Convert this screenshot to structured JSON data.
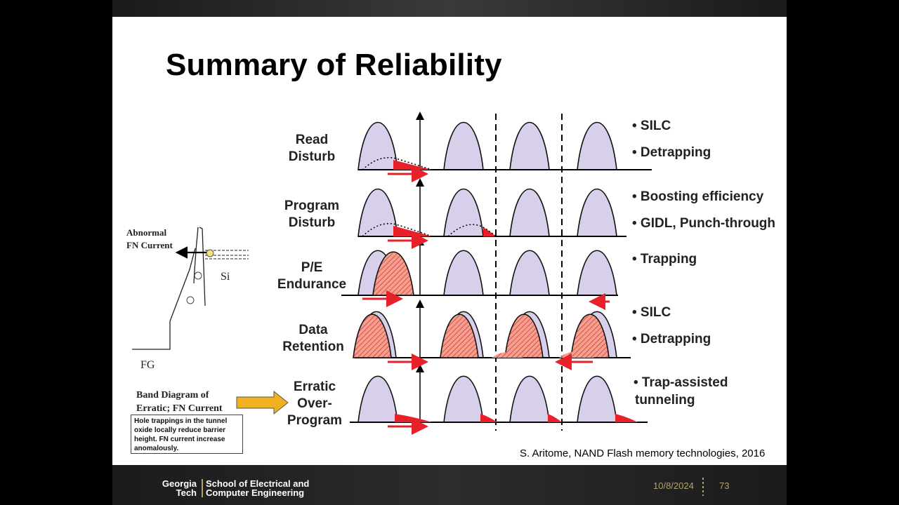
{
  "slide": {
    "title": "Summary of Reliability",
    "rows": [
      {
        "label": "Read\nDisturb",
        "bullets": [
          "• SILC",
          "• Detrapping"
        ]
      },
      {
        "label": "Program\nDisturb",
        "bullets": [
          "• Boosting efficiency",
          "• GIDL, Punch-through"
        ]
      },
      {
        "label": "P/E\nEndurance",
        "bullets": [
          "• Trapping"
        ]
      },
      {
        "label": "Data\nRetention",
        "bullets": [
          "• SILC",
          "• Detrapping"
        ]
      },
      {
        "label": "Erratic\nOver-\nProgram",
        "bullets": [
          "• Trap-assisted",
          "tunneling"
        ]
      }
    ],
    "band_diagram": {
      "abnormal_label": "Abnormal\nFN Current",
      "si_label": "Si",
      "fg_label": "FG",
      "caption": "Band Diagram of\nErratic; FN Current",
      "note": "Hole trappings in the tunnel oxide locally reduce barrier height.  FN current increase anomalously."
    },
    "citation": "S. Aritome, NAND Flash memory technologies, 2016"
  },
  "footer": {
    "logo_line1": "Georgia",
    "logo_line2": "Tech",
    "dept_line1": "School of Electrical and",
    "dept_line2": "Computer Engineering",
    "date": "10/8/2024",
    "page_number": "73"
  },
  "colors": {
    "accent_gold": "#b3a369",
    "highlight_red": "#e8202a",
    "dist_fill": "#d8d0ea",
    "arrow_gold": "#f0b020"
  }
}
